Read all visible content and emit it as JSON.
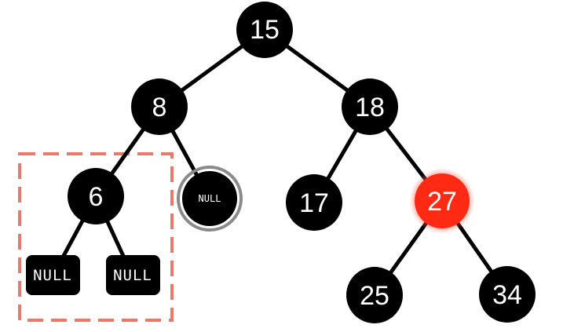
{
  "diagram": {
    "colors": {
      "node_black": "#000000",
      "node_red": "#ff2a14",
      "red_glow": "#ff8a7a",
      "edge": "#000000",
      "highlight_box": "#e8796b",
      "null_ring": "#8a8a8a",
      "text": "#ffffff"
    },
    "nodes": {
      "n15": {
        "label": "15",
        "color": "black"
      },
      "n8": {
        "label": "8",
        "color": "black"
      },
      "n18": {
        "label": "18",
        "color": "black"
      },
      "n6": {
        "label": "6",
        "color": "black"
      },
      "null_8_right": {
        "label": "NULL",
        "color": "black",
        "style": "ringed"
      },
      "n17": {
        "label": "17",
        "color": "black"
      },
      "n27": {
        "label": "27",
        "color": "red"
      },
      "null_6_left": {
        "label": "NULL",
        "color": "black",
        "style": "box"
      },
      "null_6_right": {
        "label": "NULL",
        "color": "black",
        "style": "box"
      },
      "n25": {
        "label": "25",
        "color": "black"
      },
      "n34": {
        "label": "34",
        "color": "black"
      }
    },
    "edges": [
      [
        "n15",
        "n8"
      ],
      [
        "n15",
        "n18"
      ],
      [
        "n8",
        "n6"
      ],
      [
        "n8",
        "null_8_right"
      ],
      [
        "n18",
        "n17"
      ],
      [
        "n18",
        "n27"
      ],
      [
        "n6",
        "null_6_left"
      ],
      [
        "n6",
        "null_6_right"
      ],
      [
        "n27",
        "n25"
      ],
      [
        "n27",
        "n34"
      ]
    ],
    "highlight": {
      "style": "dashed",
      "encloses": [
        "n6",
        "null_6_left",
        "null_6_right"
      ]
    }
  }
}
